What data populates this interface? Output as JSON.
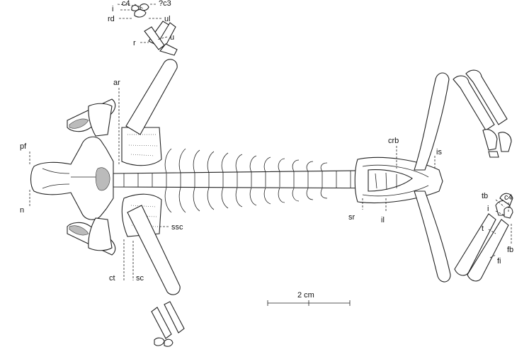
{
  "labels": {
    "c4_top": "c4",
    "c3_top": "?c3",
    "i_top": "i",
    "rd": "rd",
    "ul": "ul",
    "u": "u",
    "r": "r",
    "ar": "ar",
    "pf": "pf",
    "n": "n",
    "ssc": "ssc",
    "ct": "ct",
    "sc": "sc",
    "crb": "crb",
    "is": "is",
    "sr": "sr",
    "il": "il",
    "c4_right": "c4",
    "tb": "tb",
    "i_right": "i",
    "t": "t",
    "fb": "fb",
    "fi": "fi"
  },
  "scale_bar": {
    "label": "2 cm"
  }
}
